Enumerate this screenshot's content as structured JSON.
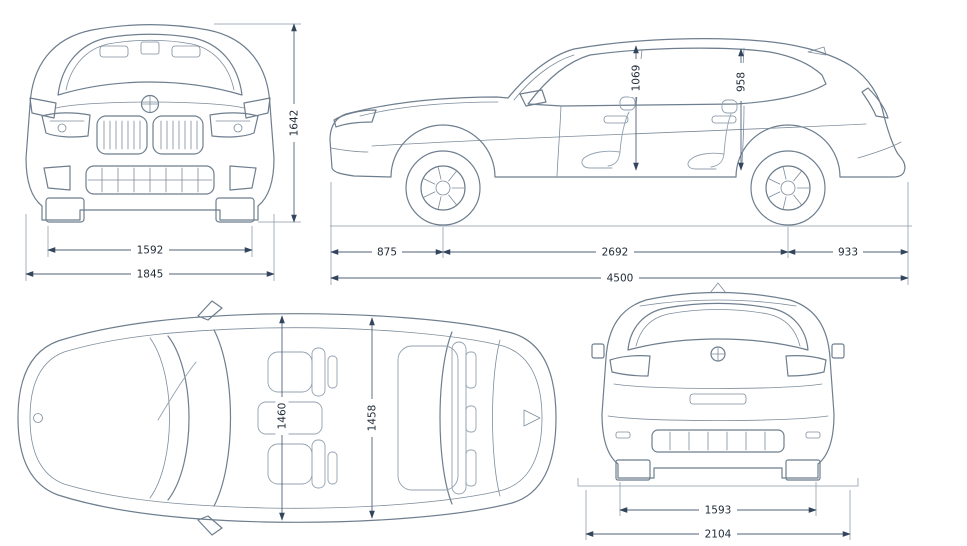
{
  "document": {
    "kind": "vehicle-dimensions-blueprint",
    "views": [
      "front",
      "side",
      "top",
      "rear"
    ]
  },
  "colors": {
    "line": "#6e7e8e",
    "dim_line": "#52627a",
    "dim_text": "#1f2a37",
    "background": "#ffffff"
  },
  "views": {
    "front": {
      "name": "front-view",
      "dims": {
        "track_width_mm": "1592",
        "overall_width_mm": "1845",
        "overall_height_mm": "1642"
      }
    },
    "side": {
      "name": "side-view",
      "dims": {
        "front_overhang_mm": "875",
        "wheelbase_mm": "2692",
        "rear_overhang_mm": "933",
        "overall_length_mm": "4500",
        "front_interior_height_mm": "1069",
        "rear_interior_height_mm": "958"
      }
    },
    "top": {
      "name": "top-view",
      "dims": {
        "front_interior_width_mm": "1460",
        "rear_interior_width_mm": "1458"
      }
    },
    "rear": {
      "name": "rear-view",
      "dims": {
        "track_width_mm": "1593",
        "overall_width_with_mirrors_mm": "2104"
      }
    }
  }
}
